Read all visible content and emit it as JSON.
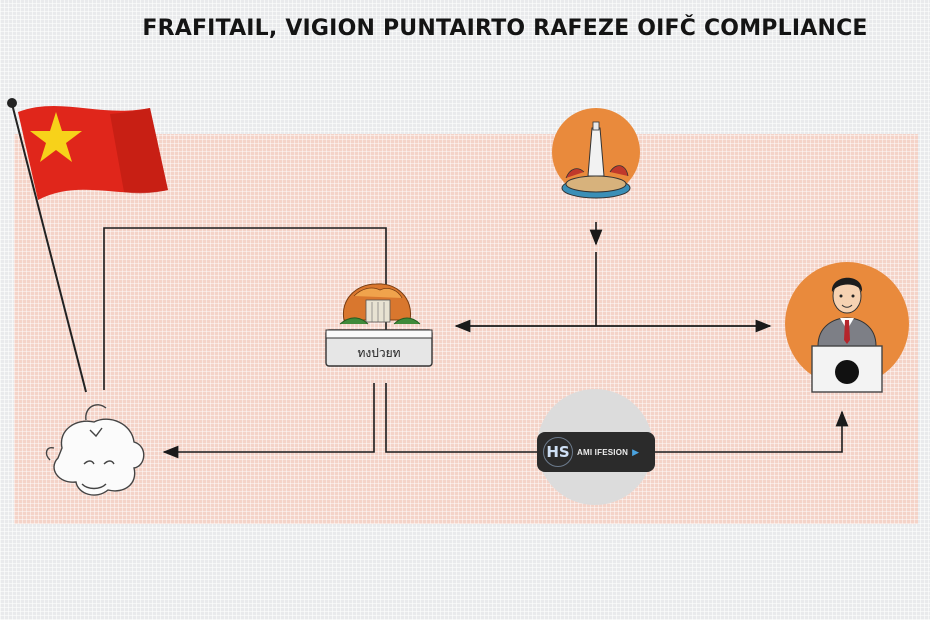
{
  "title": "FRAFITAIL, VIGION PUNTAIRTO RAFEZE OIFČ COMPLIANCE",
  "nodes": {
    "center_box": {
      "label": "ทงปวยท",
      "icon": "food-monument-icon"
    },
    "top_circle": {
      "icon": "monument-island-icon",
      "color": "#e98a3c"
    },
    "presenter": {
      "icon": "presenter-at-podium-icon",
      "color": "#e98a3c"
    },
    "pill": {
      "badge": "HS",
      "text": "AMI IFESION",
      "icon": "play-icon"
    },
    "mascot": {
      "icon": "fluffy-creature-icon"
    },
    "flag": {
      "icon": "red-flag-yellow-star-icon",
      "color": "#e0261b",
      "star_color": "#f7d21a"
    }
  },
  "colors": {
    "panel": "#f4d3c8",
    "accent": "#e98a3c",
    "background": "#e9eaec"
  }
}
